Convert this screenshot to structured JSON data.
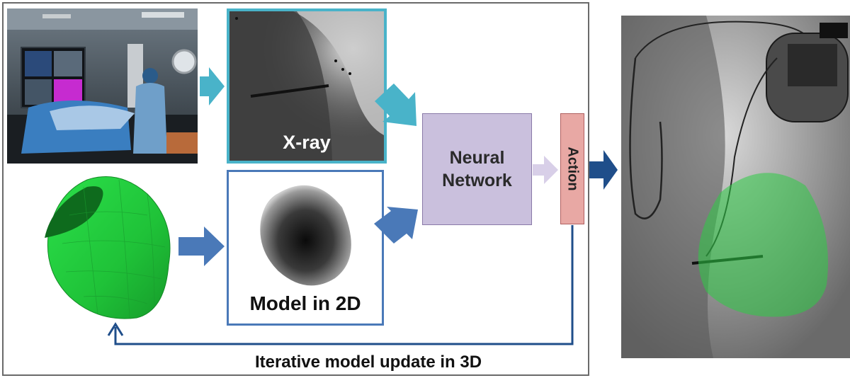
{
  "labels": {
    "xray": "X-ray",
    "model_2d": "Model in 2D",
    "neural_network_line1": "Neural",
    "neural_network_line2": "Network",
    "action": "Action",
    "caption": "Iterative model update in 3D"
  },
  "colors": {
    "teal_arrow": "#49b3c9",
    "blue_arrow": "#4a79b8",
    "dark_arrow": "#1f4e8a",
    "lilac_arrow": "#d8cfe8",
    "nn_fill": "#cac0dd",
    "action_fill": "#e8a8a4",
    "heart_green": "#22c83a"
  }
}
